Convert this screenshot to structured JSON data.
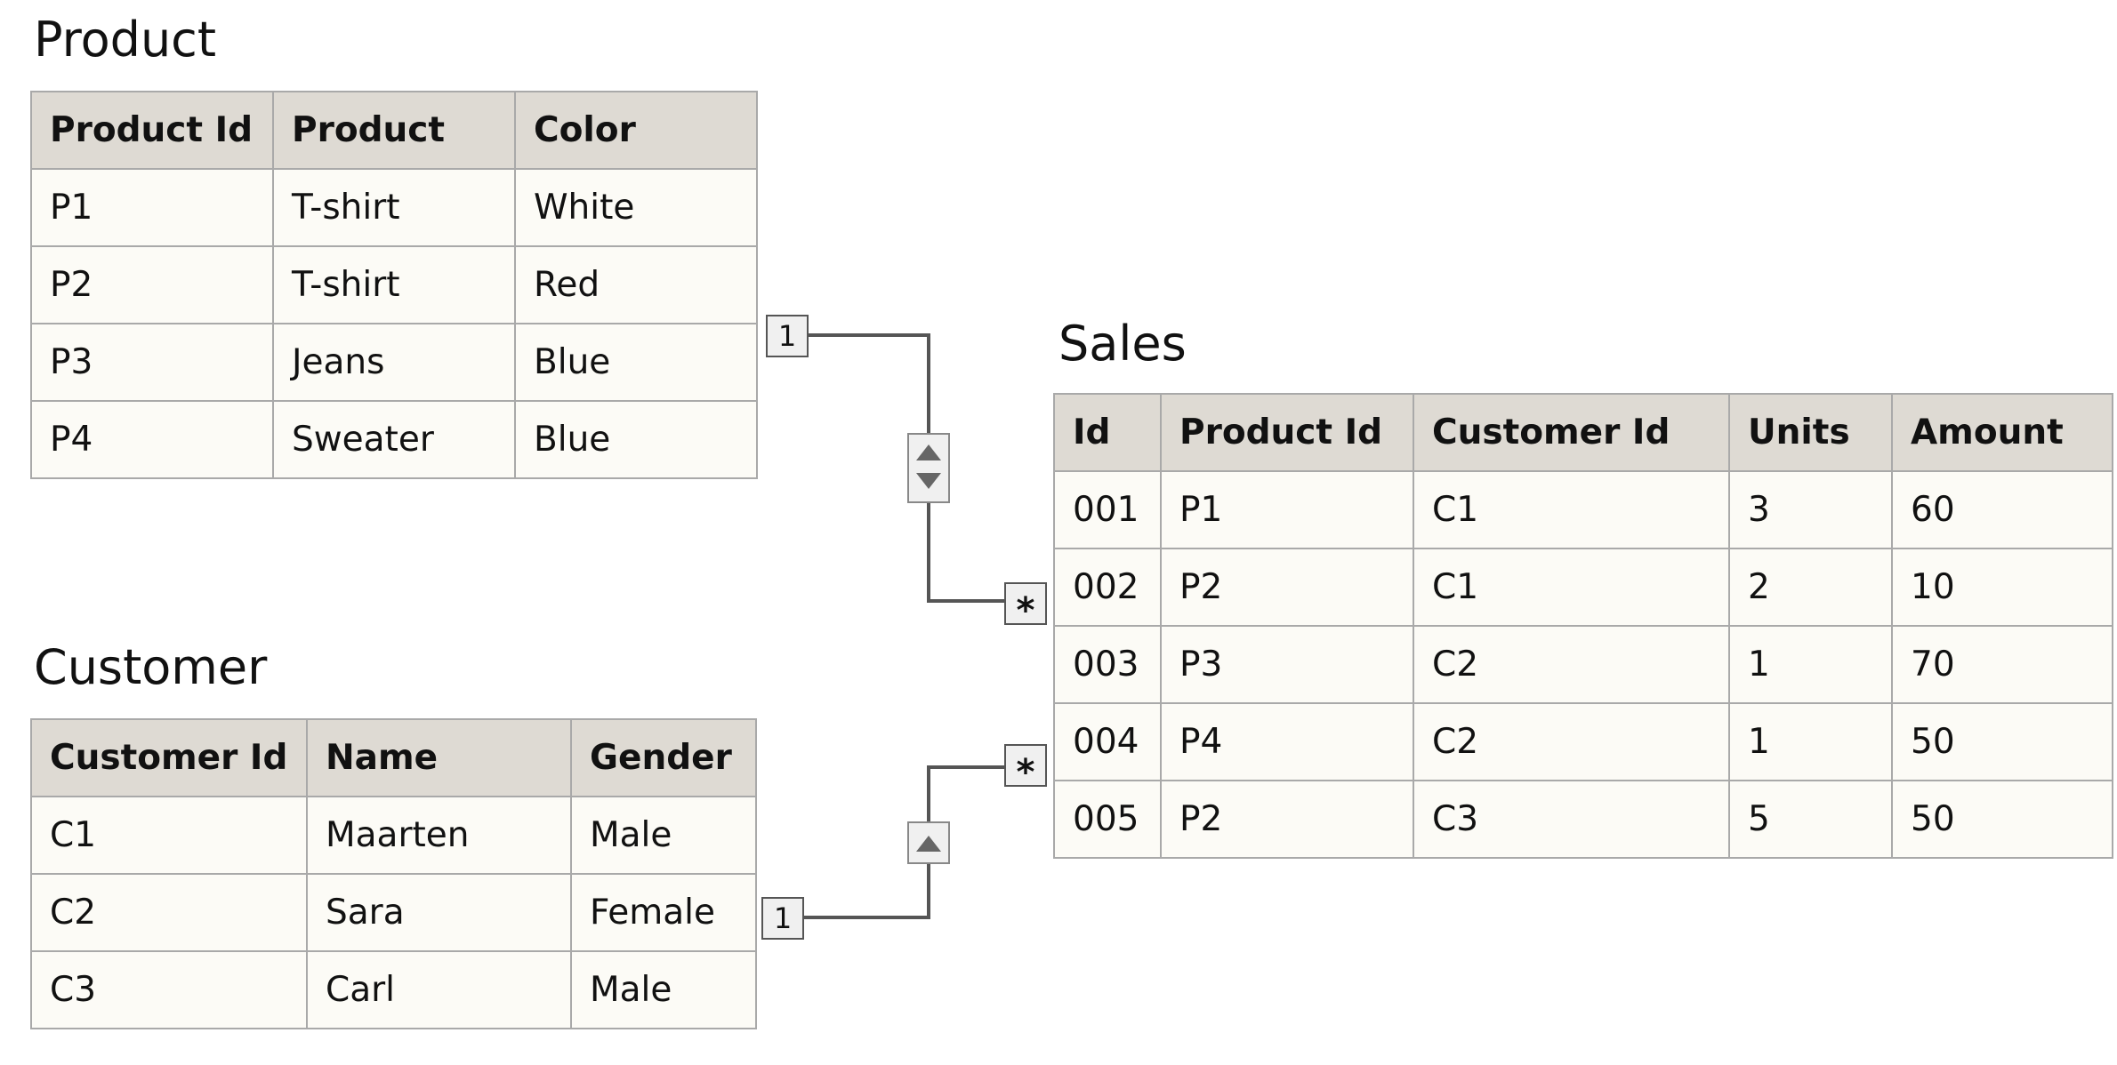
{
  "tables": {
    "product": {
      "title": "Product",
      "columns": [
        "Product Id",
        "Product",
        "Color"
      ],
      "rows": [
        [
          "P1",
          "T-shirt",
          "White"
        ],
        [
          "P2",
          "T-shirt",
          "Red"
        ],
        [
          "P3",
          "Jeans",
          "Blue"
        ],
        [
          "P4",
          "Sweater",
          "Blue"
        ]
      ]
    },
    "customer": {
      "title": "Customer",
      "columns": [
        "Customer Id",
        "Name",
        "Gender"
      ],
      "rows": [
        [
          "C1",
          "Maarten",
          "Male"
        ],
        [
          "C2",
          "Sara",
          "Female"
        ],
        [
          "C3",
          "Carl",
          "Male"
        ]
      ]
    },
    "sales": {
      "title": "Sales",
      "columns": [
        "Id",
        "Product Id",
        "Customer Id",
        "Units",
        "Amount"
      ],
      "rows": [
        [
          "001",
          "P1",
          "C1",
          "3",
          "60"
        ],
        [
          "002",
          "P2",
          "C1",
          "2",
          "10"
        ],
        [
          "003",
          "P3",
          "C2",
          "1",
          "70"
        ],
        [
          "004",
          "P4",
          "C2",
          "1",
          "50"
        ],
        [
          "005",
          "P2",
          "C3",
          "5",
          "50"
        ]
      ]
    }
  },
  "relationships": {
    "product_sales": {
      "from_cardinality": "1",
      "to_cardinality": "*",
      "filter_direction": "both"
    },
    "customer_sales": {
      "from_cardinality": "1",
      "to_cardinality": "*",
      "filter_direction": "single"
    }
  },
  "colors": {
    "header_bg": "#dedad3",
    "cell_bg": "#fcfbf6",
    "border": "#a9a9a9",
    "line": "#555555",
    "badge_bg": "#f0f0f0"
  }
}
